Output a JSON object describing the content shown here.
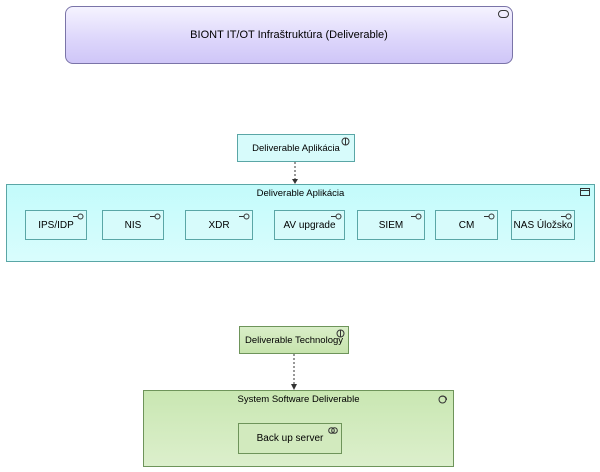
{
  "top_deliverable": {
    "label": "BIONT IT/OT Infraštruktúra (Deliverable)",
    "icon": "service-icon"
  },
  "application_interface": {
    "label": "Deliverable Aplikácia",
    "icon": "interface-icon"
  },
  "application_container": {
    "label": "Deliverable Aplikácia",
    "icon": "application-icon",
    "components": [
      {
        "label": "IPS/IDP",
        "icon": "interface-icon"
      },
      {
        "label": "NIS",
        "icon": "interface-icon"
      },
      {
        "label": "XDR",
        "icon": "interface-icon"
      },
      {
        "label": "AV upgrade",
        "icon": "interface-icon"
      },
      {
        "label": "SIEM",
        "icon": "interface-icon"
      },
      {
        "label": "CM",
        "icon": "interface-icon"
      },
      {
        "label": "NAS Úložsko",
        "icon": "interface-icon"
      }
    ]
  },
  "technology_interface": {
    "label": "Deliverable Technology",
    "icon": "interface-icon"
  },
  "system_software": {
    "label": "System Software Deliverable",
    "icon": "system-software-icon",
    "child": {
      "label": "Back up server",
      "icon": "collaboration-icon"
    }
  },
  "colors": {
    "business": "#dcd5fb",
    "application": "#c3fbfb",
    "technology": "#c9e7b2"
  }
}
